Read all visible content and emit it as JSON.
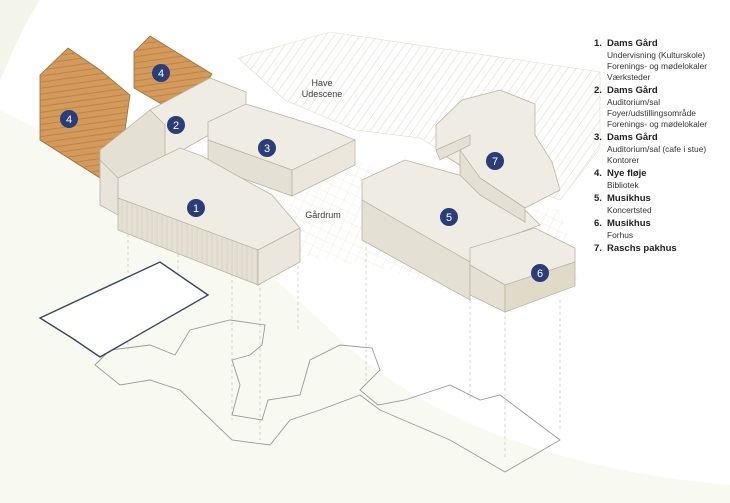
{
  "map_labels": {
    "garden_line1": "Have",
    "garden_line2": "Udescene",
    "courtyard": "Gårdrum"
  },
  "markers": [
    "1",
    "2",
    "3",
    "4",
    "4",
    "5",
    "6",
    "7"
  ],
  "legend": [
    {
      "num": "1.",
      "title": "Dams Gård",
      "lines": [
        "Undervisning (Kulturskole)",
        "Forenings- og mødelokaler",
        "Værksteder"
      ]
    },
    {
      "num": "2.",
      "title": "Dams Gård",
      "lines": [
        "Auditorium/sal",
        "Foyer/udstillingsområde",
        "Forenings- og mødelokaler"
      ]
    },
    {
      "num": "3.",
      "title": "Dams Gård",
      "lines": [
        "Auditorium/sal (cafe i stue)",
        "Kontorer"
      ]
    },
    {
      "num": "4.",
      "title": "Nye fløje",
      "lines": [
        "Bibliotek"
      ]
    },
    {
      "num": "5.",
      "title": "Musikhus",
      "lines": [
        "Koncertsted"
      ]
    },
    {
      "num": "6.",
      "title": "Musikhus",
      "lines": [
        "Forhus"
      ]
    },
    {
      "num": "7.",
      "title": "Raschs pakhus",
      "lines": []
    }
  ],
  "colors": {
    "building_fill": "#efece3",
    "building_side": "#e4e0d4",
    "building_stroke": "#b9b4a6",
    "new_wing_fill": "#d49a5c",
    "new_wing_stroke": "#9a6a38",
    "marker_fill": "#2b3d78",
    "garden_hatch": "#dcd7c7",
    "plan_outline": "#9a9a9a",
    "plan_highlight": "#3c4466"
  }
}
